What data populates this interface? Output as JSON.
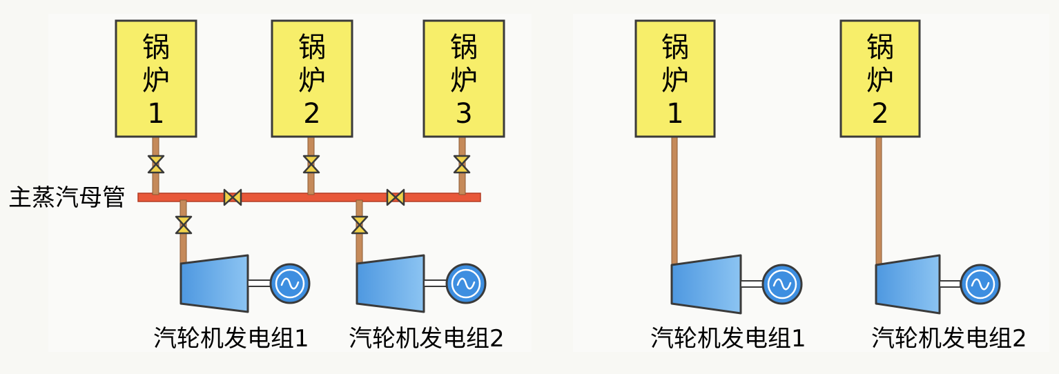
{
  "left_system": {
    "header_label": "主蒸汽母管",
    "boilers": [
      {
        "lines": [
          "锅",
          "炉",
          "1"
        ]
      },
      {
        "lines": [
          "锅",
          "炉",
          "2"
        ]
      },
      {
        "lines": [
          "锅",
          "炉",
          "3"
        ]
      }
    ],
    "turbines": [
      {
        "label": "汽轮机发电组1"
      },
      {
        "label": "汽轮机发电组2"
      }
    ]
  },
  "right_system": {
    "boilers": [
      {
        "lines": [
          "锅",
          "炉",
          "1"
        ]
      },
      {
        "lines": [
          "锅",
          "炉",
          "2"
        ]
      }
    ],
    "turbines": [
      {
        "label": "汽轮机发电组1"
      },
      {
        "label": "汽轮机发电组2"
      }
    ]
  },
  "colors": {
    "boiler_fill": "#f7ee6a",
    "header_pipe": "#e8583a",
    "steam_pipe": "#c58a5a",
    "valve": "#f0d24a",
    "turbine": "#62a9e8",
    "generator": "#3d8ee0"
  }
}
